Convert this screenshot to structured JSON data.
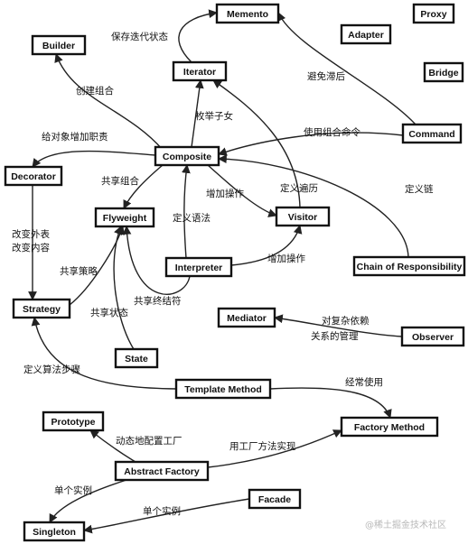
{
  "diagram": {
    "nodes": [
      {
        "id": "memento",
        "label": "Memento"
      },
      {
        "id": "proxy",
        "label": "Proxy"
      },
      {
        "id": "builder",
        "label": "Builder"
      },
      {
        "id": "adapter",
        "label": "Adapter"
      },
      {
        "id": "iterator",
        "label": "Iterator"
      },
      {
        "id": "bridge",
        "label": "Bridge"
      },
      {
        "id": "command",
        "label": "Command"
      },
      {
        "id": "composite",
        "label": "Composite"
      },
      {
        "id": "decorator",
        "label": "Decorator"
      },
      {
        "id": "flyweight",
        "label": "Flyweight"
      },
      {
        "id": "visitor",
        "label": "Visitor"
      },
      {
        "id": "interpreter",
        "label": "Interpreter"
      },
      {
        "id": "chain",
        "label": "Chain of Responsibility"
      },
      {
        "id": "strategy",
        "label": "Strategy"
      },
      {
        "id": "mediator",
        "label": "Mediator"
      },
      {
        "id": "observer",
        "label": "Observer"
      },
      {
        "id": "state",
        "label": "State"
      },
      {
        "id": "template",
        "label": "Template Method"
      },
      {
        "id": "prototype",
        "label": "Prototype"
      },
      {
        "id": "factory_method",
        "label": "Factory Method"
      },
      {
        "id": "abstract_factory",
        "label": "Abstract Factory"
      },
      {
        "id": "facade",
        "label": "Facade"
      },
      {
        "id": "singleton",
        "label": "Singleton"
      }
    ],
    "edges": [
      {
        "id": "iterator-memento",
        "from": "iterator",
        "to": "memento",
        "label": "保存迭代状态"
      },
      {
        "id": "composite-builder",
        "from": "composite",
        "to": "builder",
        "label": "创建组合"
      },
      {
        "id": "composite-iterator",
        "from": "composite",
        "to": "iterator",
        "label": "枚举子女"
      },
      {
        "id": "command-memento",
        "from": "command",
        "to": "memento",
        "label": "避免滞后"
      },
      {
        "id": "command-composite",
        "from": "command",
        "to": "composite",
        "label": "使用组合命令"
      },
      {
        "id": "composite-decorator",
        "from": "composite",
        "to": "decorator",
        "label": "给对象增加职责"
      },
      {
        "id": "composite-flyweight",
        "from": "composite",
        "to": "flyweight",
        "label": "共享组合"
      },
      {
        "id": "composite-visitor",
        "from": "composite",
        "to": "visitor",
        "label": "增加操作"
      },
      {
        "id": "visitor-iterator",
        "from": "visitor",
        "to": "iterator",
        "label": "定义遍历"
      },
      {
        "id": "chain-composite",
        "from": "chain",
        "to": "composite",
        "label": "定义链"
      },
      {
        "id": "interpreter-composite",
        "from": "interpreter",
        "to": "composite",
        "label": "定义语法"
      },
      {
        "id": "interpreter-visitor",
        "from": "interpreter",
        "to": "visitor",
        "label": "增加操作"
      },
      {
        "id": "interpreter-flyweight",
        "from": "interpreter",
        "to": "flyweight",
        "label": "共享终结符"
      },
      {
        "id": "decorator-strategy",
        "from": "decorator",
        "to": "strategy",
        "label": "改变外表\n改变内容"
      },
      {
        "id": "strategy-flyweight",
        "from": "strategy",
        "to": "flyweight",
        "label": "共享策略"
      },
      {
        "id": "state-flyweight",
        "from": "state",
        "to": "flyweight",
        "label": "共享状态"
      },
      {
        "id": "observer-mediator",
        "from": "observer",
        "to": "mediator",
        "label": "对复杂依赖\n关系的管理"
      },
      {
        "id": "template-strategy",
        "from": "template",
        "to": "strategy",
        "label": "定义算法步骤"
      },
      {
        "id": "template-factory",
        "from": "template",
        "to": "factory_method",
        "label": "经常使用"
      },
      {
        "id": "abstract-prototype",
        "from": "abstract_factory",
        "to": "prototype",
        "label": "动态地配置工厂"
      },
      {
        "id": "abstract-factory-method",
        "from": "abstract_factory",
        "to": "factory_method",
        "label": "用工厂方法实现"
      },
      {
        "id": "abstract-singleton",
        "from": "abstract_factory",
        "to": "singleton",
        "label": "单个实例"
      },
      {
        "id": "facade-singleton",
        "from": "facade",
        "to": "singleton",
        "label": "单个实例"
      }
    ],
    "watermark": "@稀土掘金技术社区"
  }
}
